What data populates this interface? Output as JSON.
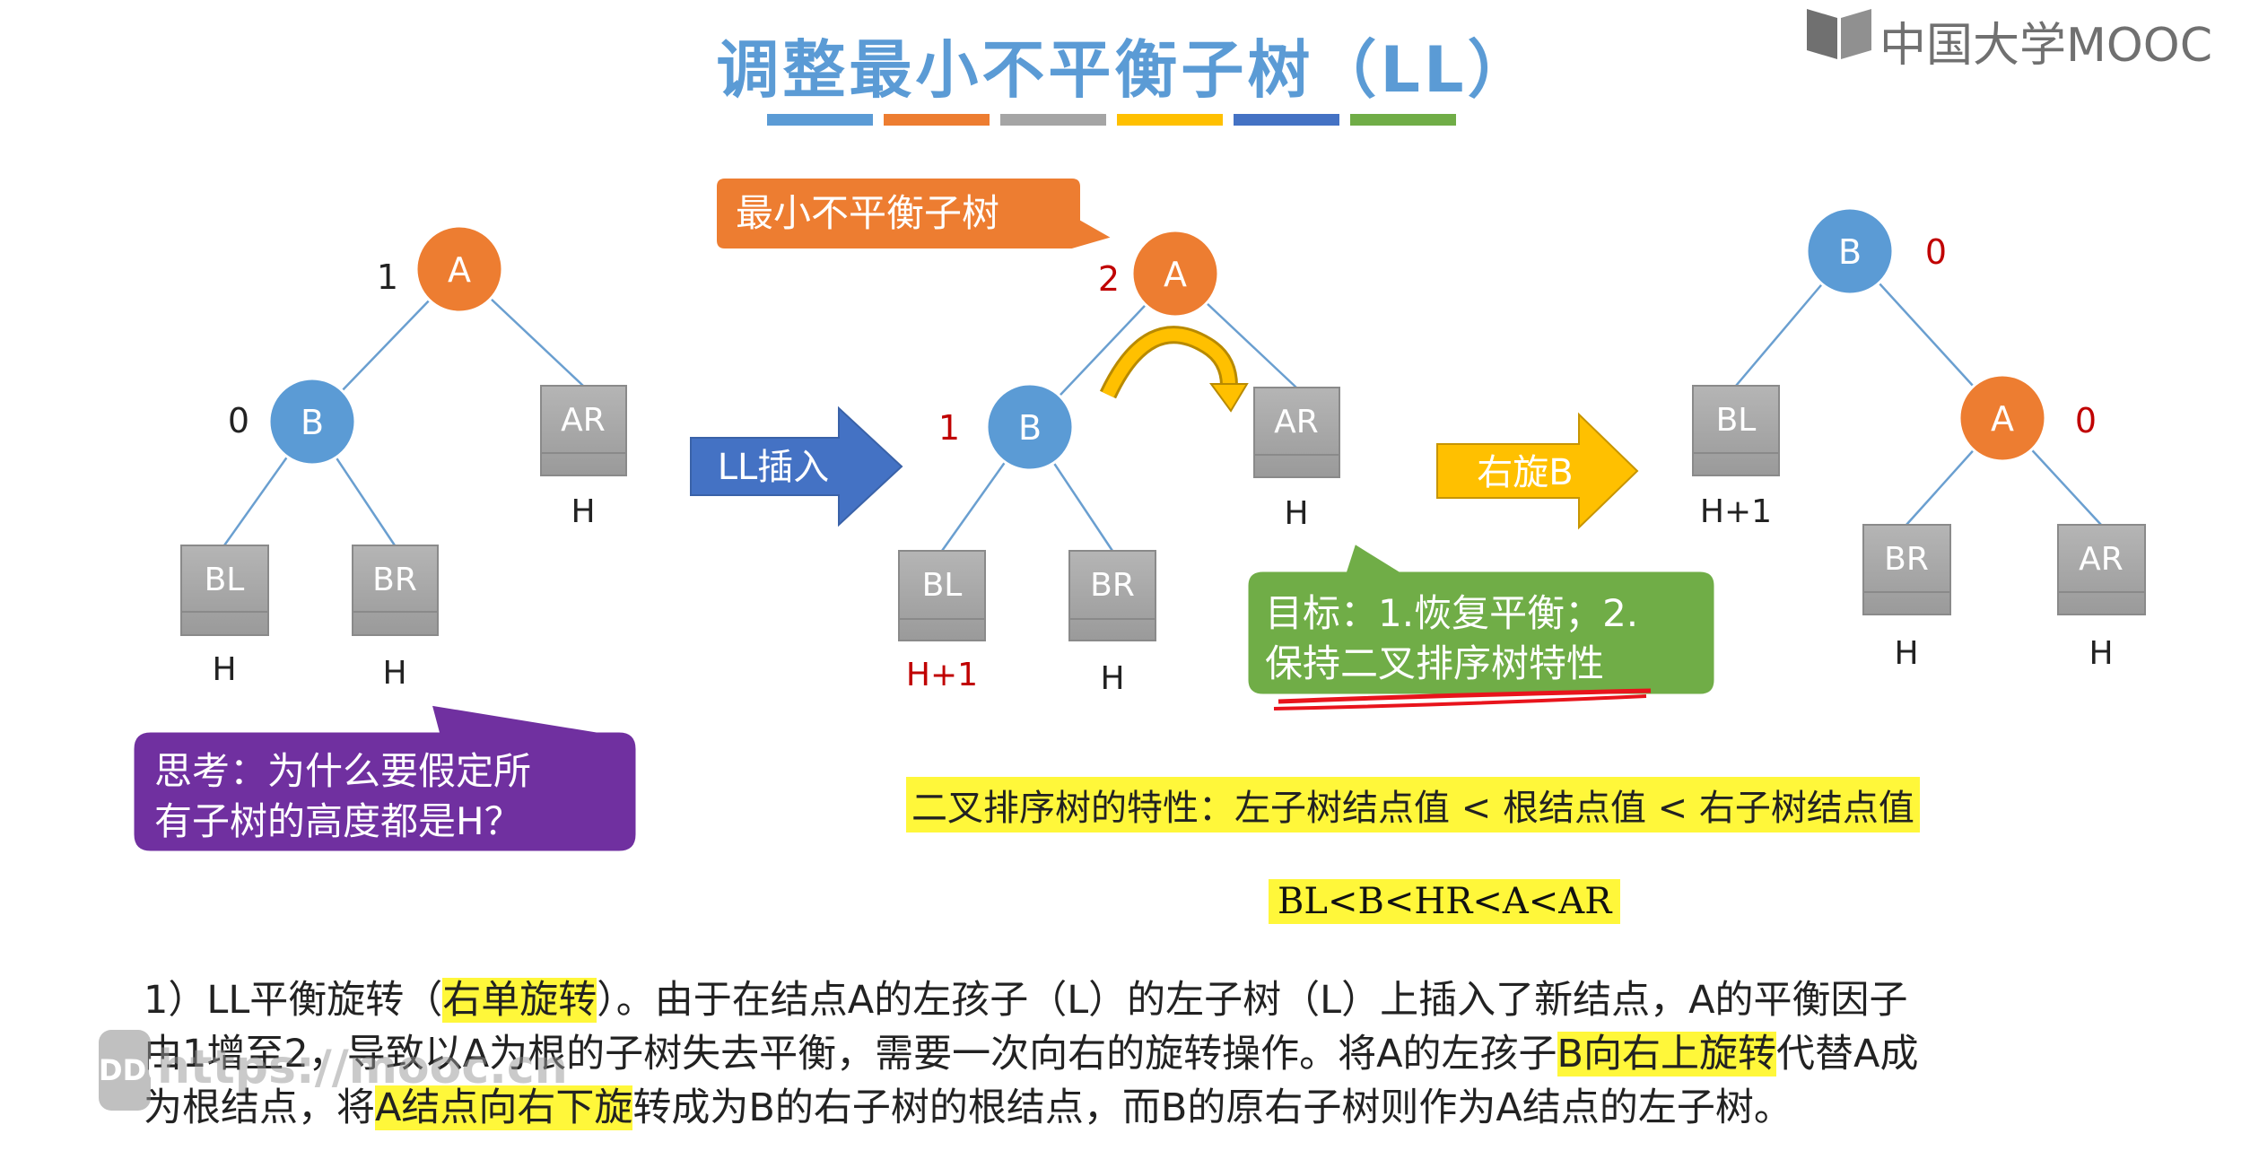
{
  "title": "调整最小不平衡子树（LL）",
  "logo": {
    "icon": "mooc-book-icon",
    "text": "中国大学MOOC"
  },
  "title_bar_colors": [
    "#5b9bd5",
    "#ed7d31",
    "#a5a5a5",
    "#ffc000",
    "#4472c4",
    "#70ad47"
  ],
  "colors": {
    "node_orange": "#ed7d31",
    "node_blue": "#5b9bd5",
    "subtree_gray": "#a5a5a5",
    "arrow_blue": "#4472c4",
    "arrow_yellow": "#ffc000",
    "callout_orange": "#ed7d31",
    "callout_green": "#70ad47",
    "callout_purple": "#7030a0",
    "factor_red": "#c00000",
    "highlight": "#fff73a"
  },
  "tree1": {
    "A": {
      "label": "A",
      "factor": "1"
    },
    "B": {
      "label": "B",
      "factor": "0"
    },
    "subtrees": [
      {
        "label": "AR",
        "height": "H"
      },
      {
        "label": "BL",
        "height": "H"
      },
      {
        "label": "BR",
        "height": "H"
      }
    ]
  },
  "arrow1_label": "LL插入",
  "tree2": {
    "A": {
      "label": "A",
      "factor": "2"
    },
    "B": {
      "label": "B",
      "factor": "1"
    },
    "subtrees": [
      {
        "label": "AR",
        "height": "H"
      },
      {
        "label": "BL",
        "height": "H+1"
      },
      {
        "label": "BR",
        "height": "H"
      }
    ],
    "callout": "最小不平衡子树"
  },
  "arrow2_label": "右旋B",
  "tree3": {
    "B": {
      "label": "B",
      "factor": "0"
    },
    "A": {
      "label": "A",
      "factor": "0"
    },
    "subtrees": [
      {
        "label": "BL",
        "height": "H+1"
      },
      {
        "label": "BR",
        "height": "H"
      },
      {
        "label": "AR",
        "height": "H"
      }
    ]
  },
  "goal_callout": {
    "line1": "目标：1.恢复平衡；2.",
    "line2": "保持二叉排序树特性"
  },
  "think_callout": {
    "line1": "思考：为什么要假定所",
    "line2": "有子树的高度都是H？"
  },
  "bst_property": "二叉排序树的特性：左子树结点值 < 根结点值 < 右子树结点值",
  "bst_order": "BL<B<HR<A<AR",
  "explanation": {
    "l1_a": "1）LL平衡旋转（",
    "l1_hl": "右单旋转",
    "l1_b": "）。由于在结点A的左孩子（L）的左子树（L）上插入了新结点，A的平衡因子",
    "l2_a": "由1增至2，导致以A为根的子树失去平衡，需要一次向右的旋转操作。将A的左孩子",
    "l2_hl": "B向右上旋转",
    "l2_b": "代替A成",
    "l3_a": "为根结点，将",
    "l3_hl": "A结点向右下旋",
    "l3_b": "转成为B的右子树的根结点，而B的原右子树则作为A结点的左子树。"
  },
  "watermark": {
    "badge": "DDU",
    "text": "https://mooc.cn"
  }
}
